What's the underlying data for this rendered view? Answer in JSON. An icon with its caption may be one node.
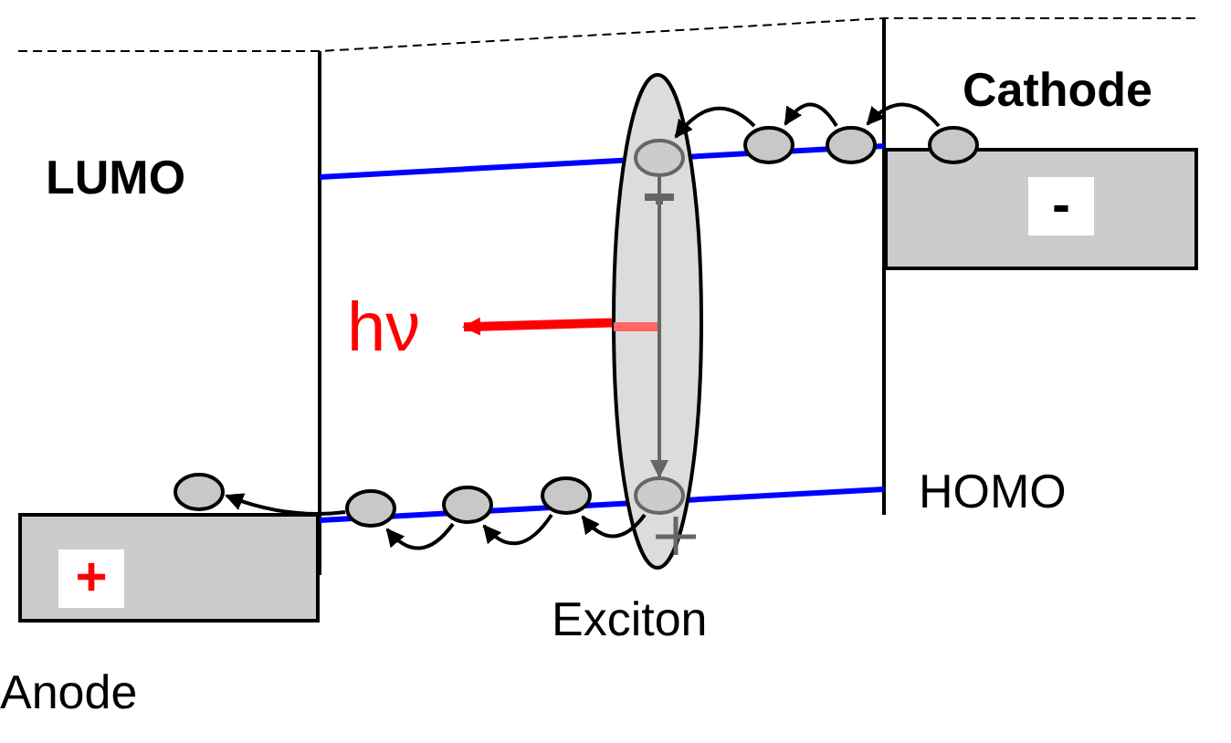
{
  "diagram": {
    "nodes": [
      {
        "text": [
          "+"
        ],
        "beside": [
          "Anode"
        ]
      },
      {
        "text": [
          "-"
        ],
        "beside": [
          "Cathode"
        ]
      },
      {
        "text": [],
        "shape": "ellipse",
        "beside": [
          "Exciton"
        ]
      },
      {
        "text": [
          "hν"
        ]
      },
      {
        "text": [],
        "shape": "circle"
      },
      {
        "text": [],
        "shape": "circle"
      },
      {
        "text": [],
        "shape": "circle"
      },
      {
        "text": [],
        "shape": "circle",
        "in": 2
      },
      {
        "text": [],
        "shape": "circle",
        "in": 2
      },
      {
        "text": [],
        "shape": "circle"
      },
      {
        "text": [],
        "shape": "circle"
      },
      {
        "text": [],
        "shape": "circle"
      },
      {
        "text": [],
        "shape": "circle"
      }
    ],
    "edges": [
      {
        "from": 4,
        "to": 5,
        "arrow": "to"
      },
      {
        "from": 5,
        "to": 6,
        "arrow": "to"
      },
      {
        "from": 6,
        "to": 7,
        "arrow": "to"
      },
      {
        "from": 8,
        "to": 9,
        "arrow": "to"
      },
      {
        "from": 9,
        "to": 10,
        "arrow": "to"
      },
      {
        "from": 10,
        "to": 11,
        "arrow": "to"
      },
      {
        "from": 11,
        "to": 12,
        "arrow": "to"
      },
      {
        "from": 7,
        "to": 8,
        "arrow": "to",
        "color": "#666666"
      },
      {
        "from": 2,
        "to": 3,
        "arrow": "to",
        "style": "thick",
        "color": "#ff0000"
      }
    ],
    "labels": [
      "LUMO",
      "HOMO"
    ]
  }
}
